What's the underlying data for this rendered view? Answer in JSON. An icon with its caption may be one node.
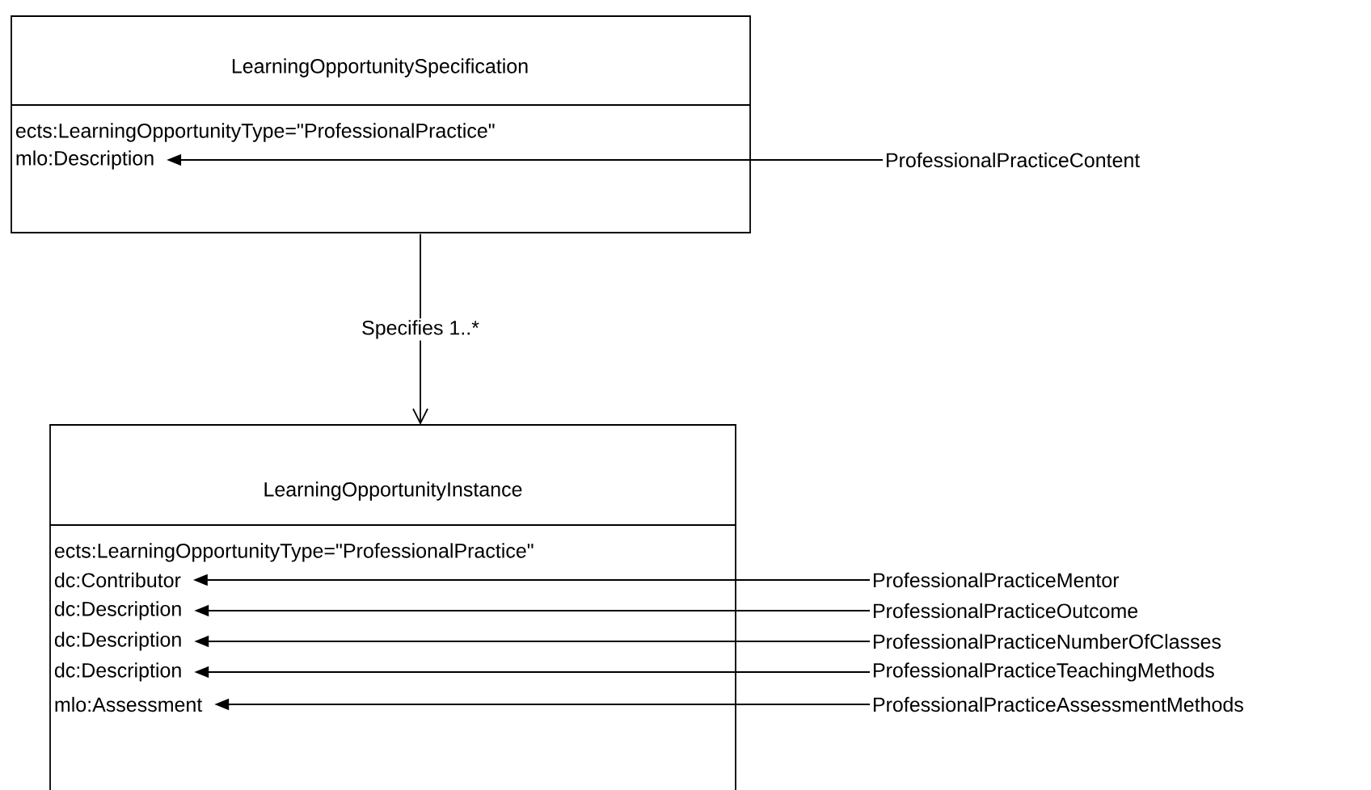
{
  "diagram": {
    "nodes": [
      {
        "text": [
          "LearningOpportunitySpecification"
        ]
      },
      {
        "text": [
          "ects:LearningOpportunityType=\"ProfessionalPractice\""
        ],
        "in": 0
      },
      {
        "text": [
          "mlo:Description"
        ],
        "in": 0
      },
      {
        "text": [
          "ProfessionalPracticeContent"
        ]
      },
      {
        "text": [
          "LearningOpportunityInstance"
        ]
      },
      {
        "text": [
          "ects:LearningOpportunityType=\"ProfessionalPractice\""
        ],
        "in": 4
      },
      {
        "text": [
          "dc:Contributor"
        ],
        "in": 4
      },
      {
        "text": [
          "dc:Description"
        ],
        "in": 4
      },
      {
        "text": [
          "dc:Description"
        ],
        "in": 4
      },
      {
        "text": [
          "dc:Description"
        ],
        "in": 4
      },
      {
        "text": [
          "mlo:Assessment"
        ],
        "in": 4
      },
      {
        "text": [
          "ProfessionalPracticeMentor"
        ]
      },
      {
        "text": [
          "ProfessionalPracticeOutcome"
        ]
      },
      {
        "text": [
          "ProfessionalPracticeNumberOfClasses"
        ]
      },
      {
        "text": [
          "ProfessionalPracticeTeachingMethods"
        ]
      },
      {
        "text": [
          "ProfessionalPracticeAssessmentMethods"
        ]
      }
    ],
    "edges": [
      {
        "from": 3,
        "to": 2,
        "arrow": "to"
      },
      {
        "from": 0,
        "to": 4,
        "arrow": "to",
        "label": "Specifies 1..*"
      },
      {
        "from": 11,
        "to": 6,
        "arrow": "to"
      },
      {
        "from": 12,
        "to": 7,
        "arrow": "to"
      },
      {
        "from": 13,
        "to": 8,
        "arrow": "to"
      },
      {
        "from": 14,
        "to": 9,
        "arrow": "to"
      },
      {
        "from": 15,
        "to": 10,
        "arrow": "to"
      }
    ]
  }
}
